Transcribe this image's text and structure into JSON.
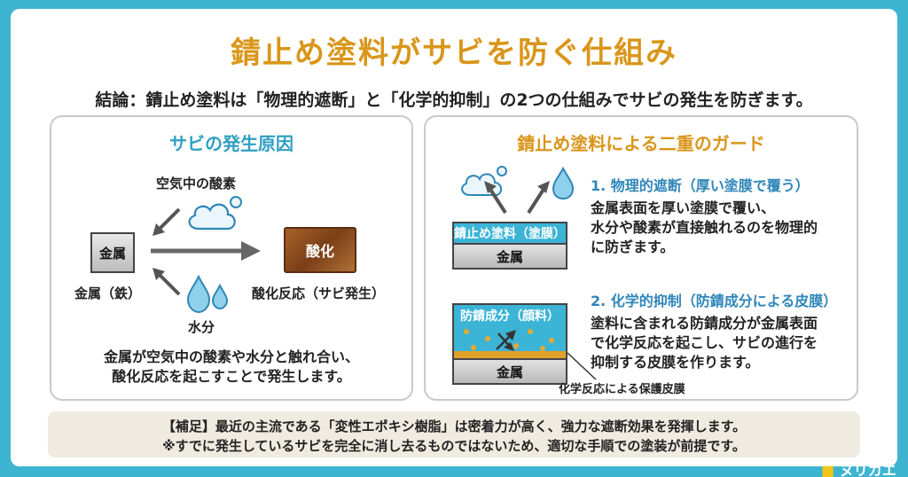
{
  "title": "錆止め塗料がサビを防ぐ仕組み",
  "conclusion": "結論：錆止め塗料は「物理的遮断」と「化学的抑制」の2つの仕組みでサビの発生を防ぎます。",
  "left_panel": {
    "title": "サビの発生原因",
    "oxygen_label": "空気中の酸素",
    "metal_box": "金属",
    "metal_caption": "金属（鉄）",
    "water_label": "水分",
    "rust_box": "酸化",
    "rust_caption": "酸化反応（サビ発生）",
    "description": [
      "金属が空気中の酸素や水分と触れ合い、",
      "酸化反応を起こすことで発生します。"
    ]
  },
  "right_panel": {
    "title": "錆止め塗料による二重のガード",
    "section1": {
      "title": "1. 物理的遮断（厚い塗膜で覆う）",
      "coat_label": "錆止め塗料（塗膜）",
      "metal_label": "金属",
      "text": [
        "金属表面を厚い塗膜で覆い、",
        "水分や酸素が直接触れるのを物理的",
        "に防ぎます。"
      ]
    },
    "section2": {
      "title": "2. 化学的抑制（防錆成分による皮膜）",
      "pigment_label": "防錆成分（顔料）",
      "metal_label": "金属",
      "film_label": "化学反応による保護皮膜",
      "text": [
        "塗料に含まれる防錆成分が金属表面",
        "で化学反応を起こし、サビの進行を",
        "抑制する皮膜を作ります。"
      ]
    }
  },
  "note": {
    "line1": "【補足】最近の主流である「変性エポキシ樹脂」は密着力が高く、強力な遮断効果を発揮します。",
    "line2": "※すでに発生しているサビを完全に消し去るものではないため、適切な手順での塗装が前提です。"
  },
  "logo": "ヌリカエ",
  "colors": {
    "background": "#3db5d0",
    "title": "#d9961a",
    "accent_blue": "#2f9fc2",
    "coating": "#3cb4d6",
    "rust": "#8b4a1f",
    "protect_film": "#e0a02a"
  }
}
